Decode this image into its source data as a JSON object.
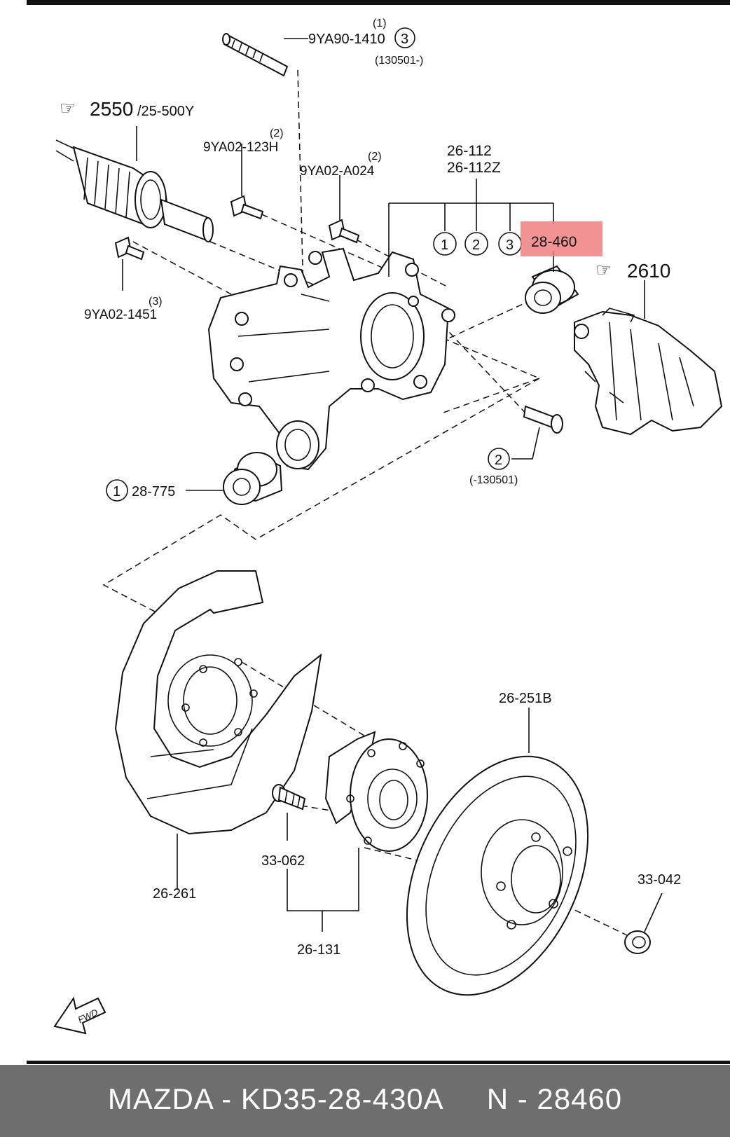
{
  "labels": {
    "stud_part": "9YA90-1410",
    "stud_qty": "(1)",
    "stud_circle": "3",
    "stud_date": "(130501-)",
    "ref_2550": "2550",
    "ref_2550_sub": "/25-500Y",
    "bolt_123h": "9YA02-123H",
    "bolt_123h_qty": "(2)",
    "bolt_a024": "9YA02-A024",
    "bolt_a024_qty": "(2)",
    "knuckle_1": "26-112",
    "knuckle_2": "26-112Z",
    "circle_1": "1",
    "circle_2": "2",
    "circle_3": "3",
    "bushing_highlight": "28-460",
    "ref_2610": "2610",
    "bolt_1451": "9YA02-1451",
    "bolt_1451_qty": "(3)",
    "bushing_775_circle": "1",
    "bushing_775": "28-775",
    "bolt_lower_circle": "2",
    "bolt_lower_date": "(-130501)",
    "disc": "26-251B",
    "hub_bolt": "33-062",
    "shield": "26-261",
    "nut": "33-042",
    "hub": "26-131",
    "fwd": "FWD"
  },
  "footer": {
    "text": "MAZDA - KD35-28-430A     N - 28460"
  },
  "colors": {
    "highlight": "#f08080",
    "footer_bg": "#6e6e6e",
    "line": "#111111"
  }
}
